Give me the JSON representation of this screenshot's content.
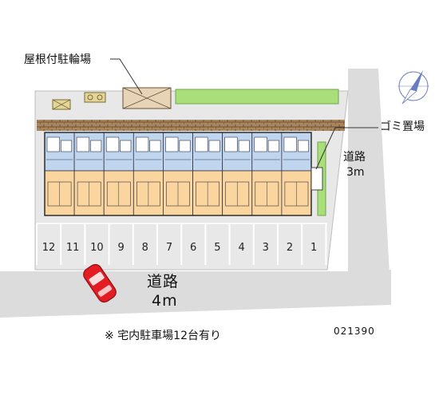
{
  "labels": {
    "bicycle_parking": "屋根付駐輪場",
    "trash_area": "ゴミ置場",
    "road_right_name": "道路",
    "road_right_width": "3m",
    "road_bottom_name": "道路",
    "road_bottom_width": "4m",
    "parking_note": "※ 宅内駐車場12台有り",
    "code": "021390"
  },
  "parking_slots": [
    "12",
    "11",
    "10",
    "9",
    "8",
    "7",
    "6",
    "5",
    "4",
    "3",
    "2",
    "1"
  ],
  "colors": {
    "road": "#dcdcdc",
    "lot": "#e8e8e8",
    "hedge": "#a9de7a",
    "fence": "#8a6a4a",
    "unit_upper": "#bfd6ee",
    "unit_lower": "#fad59e",
    "car": "#e31d23",
    "compass": "#6a7cc0"
  },
  "icons": [
    "compass-icon",
    "car-icon",
    "bicycle-shelter-icon"
  ]
}
